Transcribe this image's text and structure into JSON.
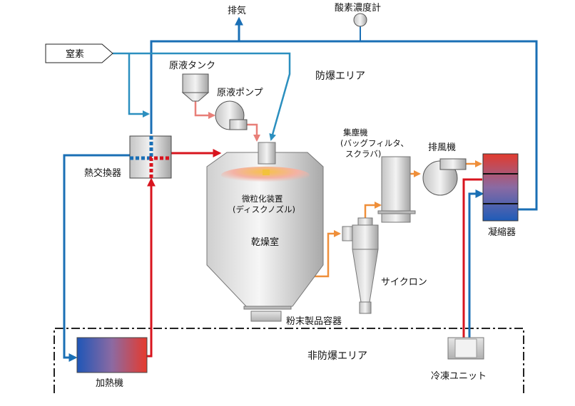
{
  "zones": {
    "explosion_proof": "防爆エリア",
    "non_explosion_proof": "非防爆エリア"
  },
  "labels": {
    "exhaust": "排気",
    "oxygen_meter": "酸素濃度計",
    "nitrogen": "窒素",
    "feed_tank": "原液タンク",
    "feed_pump": "原液ポンプ",
    "heat_exchanger": "熱交換器",
    "atomizer_line1": "微粒化装置",
    "atomizer_line2": "(ディスクノズル)",
    "drying_chamber": "乾燥室",
    "powder_container": "粉末製品容器",
    "dust_collector_line1": "集塵機",
    "dust_collector_line2": "(バッグフィルタ、",
    "dust_collector_line3": "スクラバ)",
    "exhaust_fan": "排風機",
    "condenser": "凝縮器",
    "cyclone": "サイクロン",
    "heater": "加熱機",
    "refrigeration_unit": "冷凍ユニット"
  },
  "colors": {
    "nitrogen_line": "#1a6fb5",
    "hot_gas_line": "#d8141e",
    "feed_line": "#e87f78",
    "product_line": "#ef8f3a",
    "boundary_line": "#222222"
  }
}
